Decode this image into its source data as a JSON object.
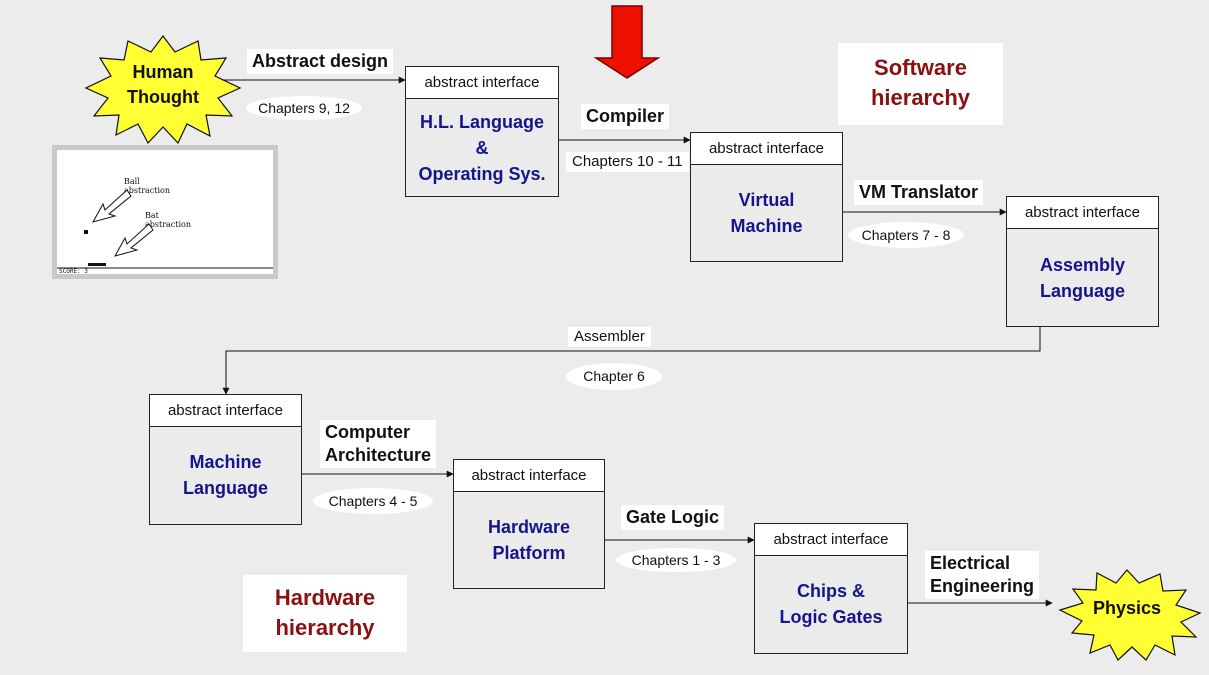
{
  "colors": {
    "background": "#ececec",
    "box_title": "#14148c",
    "hierarchy_title": "#8b1010",
    "starburst": "#ffff33",
    "down_arrow": "#ee1100"
  },
  "nodes": {
    "human_thought": {
      "lines": [
        "Human",
        "Thought"
      ]
    },
    "physics": {
      "lines": [
        "Physics"
      ]
    },
    "hl_language": {
      "header": "abstract interface",
      "lines": [
        "H.L. Language",
        "&",
        "Operating Sys."
      ]
    },
    "virtual_machine": {
      "header": "abstract interface",
      "lines": [
        "Virtual",
        "Machine"
      ]
    },
    "assembly_language": {
      "header": "abstract interface",
      "lines": [
        "Assembly",
        "Language"
      ]
    },
    "machine_language": {
      "header": "abstract interface",
      "lines": [
        "Machine",
        "Language"
      ]
    },
    "hardware_platform": {
      "header": "abstract interface",
      "lines": [
        "Hardware",
        "Platform"
      ]
    },
    "chips_logic_gates": {
      "header": "abstract interface",
      "lines": [
        "Chips &",
        "Logic Gates"
      ]
    }
  },
  "edges": {
    "abstract_design": {
      "label_lines": [
        "Abstract design"
      ],
      "chapters": "Chapters 9, 12"
    },
    "compiler": {
      "label_lines": [
        "Compiler"
      ],
      "chapters": "Chapters 10 - 11"
    },
    "vm_translator": {
      "label_lines": [
        "VM Translator"
      ],
      "chapters": "Chapters 7 - 8"
    },
    "assembler": {
      "label_lines": [
        "Assembler"
      ],
      "chapters": "Chapter 6"
    },
    "computer_architecture": {
      "label_lines": [
        "Computer",
        "Architecture"
      ],
      "chapters": "Chapters  4 - 5"
    },
    "gate_logic": {
      "label_lines": [
        "Gate Logic"
      ],
      "chapters": "Chapters  1 - 3"
    },
    "electrical_engineering": {
      "label_lines": [
        "Electrical",
        "Engineering"
      ]
    }
  },
  "hierarchies": {
    "software": {
      "lines": [
        "Software",
        "hierarchy"
      ]
    },
    "hardware": {
      "lines": [
        "Hardware",
        "hierarchy"
      ]
    }
  },
  "thumbnail": {
    "ball_label": [
      "Ball",
      "abstraction"
    ],
    "bat_label": [
      "Bat",
      "abstraction"
    ],
    "score": "SCORE: 3"
  }
}
